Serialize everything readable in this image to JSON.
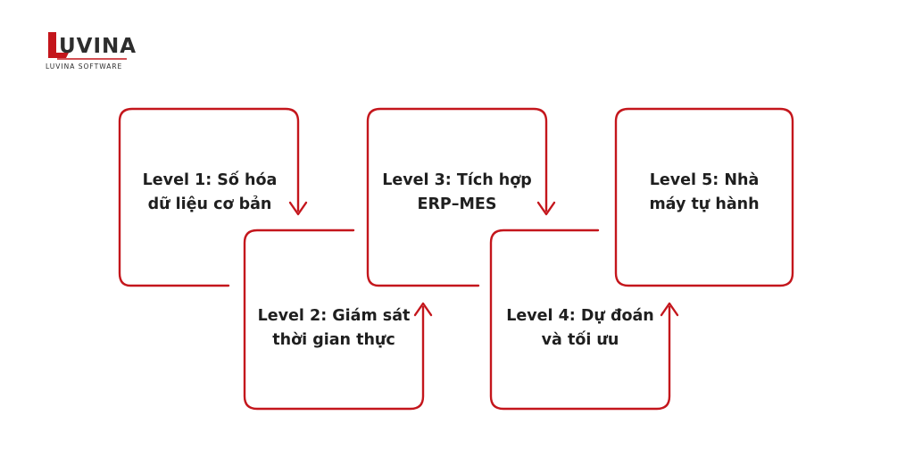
{
  "logo": {
    "wordmark": "UVINA",
    "tagline": "LUVINA SOFTWARE"
  },
  "colors": {
    "stroke": "#c4161c",
    "text": "#1f1f1f"
  },
  "levels": [
    {
      "line1": "Level 1: Số hóa",
      "line2": "dữ liệu cơ bản"
    },
    {
      "line1": "Level 2: Giám sát",
      "line2": "thời gian thực"
    },
    {
      "line1": "Level 3: Tích hợp",
      "line2": "ERP–MES"
    },
    {
      "line1": "Level 4: Dự đoán",
      "line2": "và tối ưu"
    },
    {
      "line1": "Level 5: Nhà",
      "line2": "máy tự hành"
    }
  ]
}
